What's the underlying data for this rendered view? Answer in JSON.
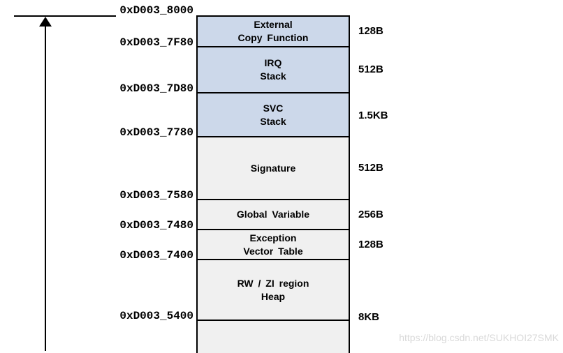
{
  "diagram": {
    "title": "memory-map",
    "addresses": [
      {
        "text": "0xD003_8000"
      },
      {
        "text": "0xD003_7F80"
      },
      {
        "text": "0xD003_7D80"
      },
      {
        "text": "0xD003_7780"
      },
      {
        "text": "0xD003_7580"
      },
      {
        "text": "0xD003_7480"
      },
      {
        "text": "0xD003_7400"
      },
      {
        "text": "0xD003_5400"
      }
    ],
    "blocks": [
      {
        "label": "External\nCopy Function",
        "size": "128B",
        "color_group": "blue"
      },
      {
        "label": "IRQ\nStack",
        "size": "512B",
        "color_group": "blue"
      },
      {
        "label": "SVC\nStack",
        "size": "1.5KB",
        "color_group": "blue"
      },
      {
        "label": "Signature",
        "size": "512B",
        "color_group": "gray"
      },
      {
        "label": "Global Variable",
        "size": "256B",
        "color_group": "gray"
      },
      {
        "label": "Exception\nVector Table",
        "size": "128B",
        "color_group": "gray"
      },
      {
        "label": "RW / ZI region\nHeap",
        "size": "8KB",
        "color_group": "gray"
      },
      {
        "label": "",
        "size": "",
        "color_group": "gray"
      }
    ],
    "sizes": [
      {
        "text": "128B"
      },
      {
        "text": "512B"
      },
      {
        "text": "1.5KB"
      },
      {
        "text": "512B"
      },
      {
        "text": "256B"
      },
      {
        "text": "128B"
      },
      {
        "text": "8KB"
      }
    ]
  },
  "watermark": {
    "text": "https://blog.csdn.net/SUKHOI27SMK"
  },
  "colors": {
    "block_blue": "#ccd8ea",
    "block_gray": "#f0f0f0",
    "border": "#000000",
    "watermark_gray": "#d9d9d9"
  }
}
